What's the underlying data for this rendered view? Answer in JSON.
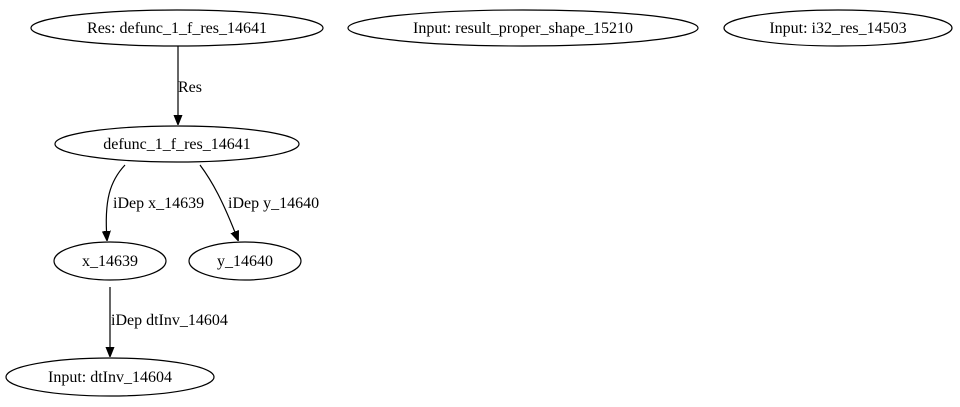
{
  "graph": {
    "nodes": {
      "res_root": "Res: defunc_1_f_res_14641",
      "input_result_proper_shape": "Input: result_proper_shape_15210",
      "input_i32_res": "Input: i32_res_14503",
      "defunc": "defunc_1_f_res_14641",
      "x": "x_14639",
      "y": "y_14640",
      "input_dtinv": "Input: dtInv_14604"
    },
    "edges": {
      "res_to_defunc": "Res",
      "defunc_to_x": "iDep x_14639",
      "defunc_to_y": "iDep y_14640",
      "x_to_dtinv": "iDep dtInv_14604"
    }
  }
}
